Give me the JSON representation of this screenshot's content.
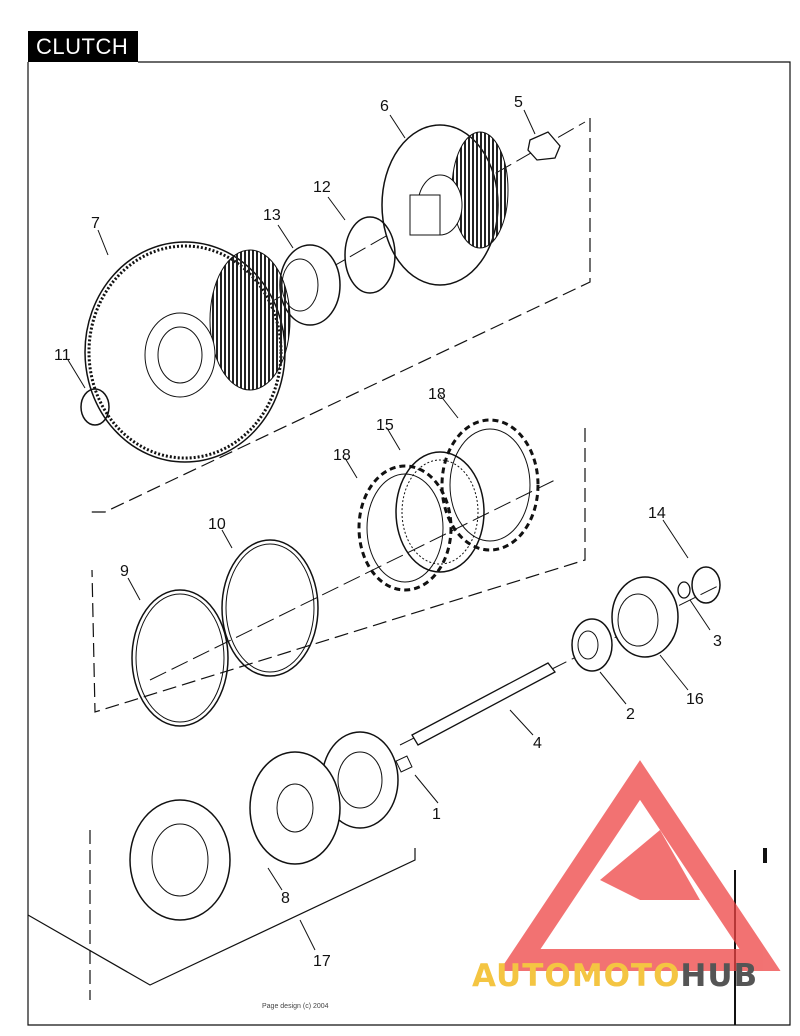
{
  "page": {
    "title": "CLUTCH",
    "footer": "Page design (c) 2004"
  },
  "callouts": [
    "6",
    "5",
    "12",
    "13",
    "7",
    "11",
    "18",
    "15",
    "18",
    "10",
    "9",
    "14",
    "3",
    "16",
    "2",
    "4",
    "1",
    "8",
    "17"
  ],
  "watermark": {
    "brand_a": "AUTO",
    "brand_b": "MOTO",
    "brand_c": "HUB",
    "color_a": "#f4c542",
    "color_b": "#f4c542",
    "color_c": "#555555",
    "logo_color": "#ee4444"
  },
  "colors": {
    "line": "#111111",
    "background": "#ffffff"
  }
}
